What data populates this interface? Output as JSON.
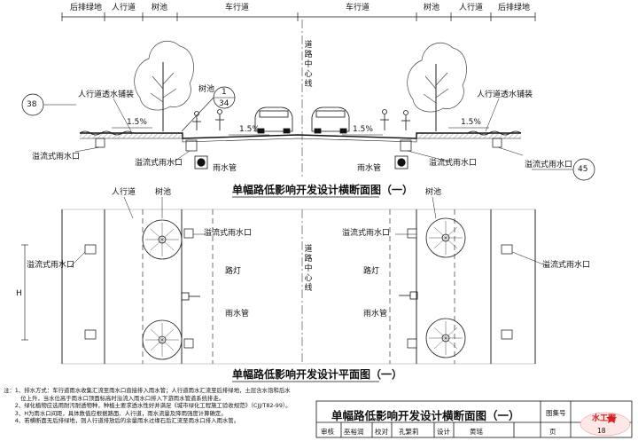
{
  "dims": {
    "top": [
      "后排绿地",
      "人行道",
      "树池",
      "车行道",
      "车行道",
      "树池",
      "人行道",
      "后排绿地"
    ]
  },
  "section": {
    "center_line": "道路中心线",
    "ped_paving_left": "人行道透水铺装",
    "ped_paving_right": "人行道透水铺装",
    "tree_pit": "树池",
    "callout_left": "38",
    "callout_mid_top": "1",
    "callout_mid_bottom": "34",
    "callout_right": "45",
    "slopes": [
      "1.5%",
      "1.5%",
      "1.5%",
      "1.5%"
    ],
    "overflow_inlets": [
      "溢流式雨水口",
      "溢流式雨水口",
      "溢流式雨水口",
      "溢流式雨水口"
    ],
    "rain_pipe_left": "雨水管",
    "rain_pipe_right": "雨水管",
    "title": "单幅路低影响开发设计横断面图（一）"
  },
  "plan": {
    "pedestrian": "人行道",
    "tree_pit_left": "树池",
    "tree_pit_right": "树池",
    "center_line": "道路中心线",
    "inlet_left": "溢流式雨水口",
    "inlet_right": "溢流式雨水口",
    "inlet_mid_left": "溢流式雨水口",
    "inlet_mid_right": "溢流式雨水口",
    "lamp_left": "路灯",
    "lamp_right": "路灯",
    "pipe_left": "雨水管",
    "pipe_right": "雨水管",
    "dim_h": "H",
    "title": "单幅路低影响开发设计平面图（一）"
  },
  "notes": [
    "注：1、排水方式：车行道雨水收集汇流至雨水口直接排入雨水管；人行道雨水汇流至后排绿地，土层含水饱和后水",
    "　　　位上升，当水位高于雨水口顶面标高时溢流入雨水口排入下游雨水管道系统排走。",
    "　　2、绿化植物应选用耐污耐透物种，种植土要求透水性好并满足《城市绿化工程施工验收规范》（CJJ/T82-99）。",
    "　　3、H为雨水口间距，具体数值应根据路面、人行道，雨水流量及降雨强度计算确定。",
    "　　4、若横断面无后排绿地，则人行道排放后的余量雨水过缘石后汇流至雨水口排入雨水管。"
  ],
  "titleblock": {
    "title": "单幅路低影响开发设计横断面图（一）",
    "sheet_no_label": "图集号",
    "review_label": "审核",
    "reviewer": "巫裕润",
    "check_label": "校对",
    "checker": "孔繁莉",
    "design_label": "设计",
    "designer": "黄瑶",
    "page_label": "页",
    "page_no": "18",
    "watermark": "水工网"
  }
}
